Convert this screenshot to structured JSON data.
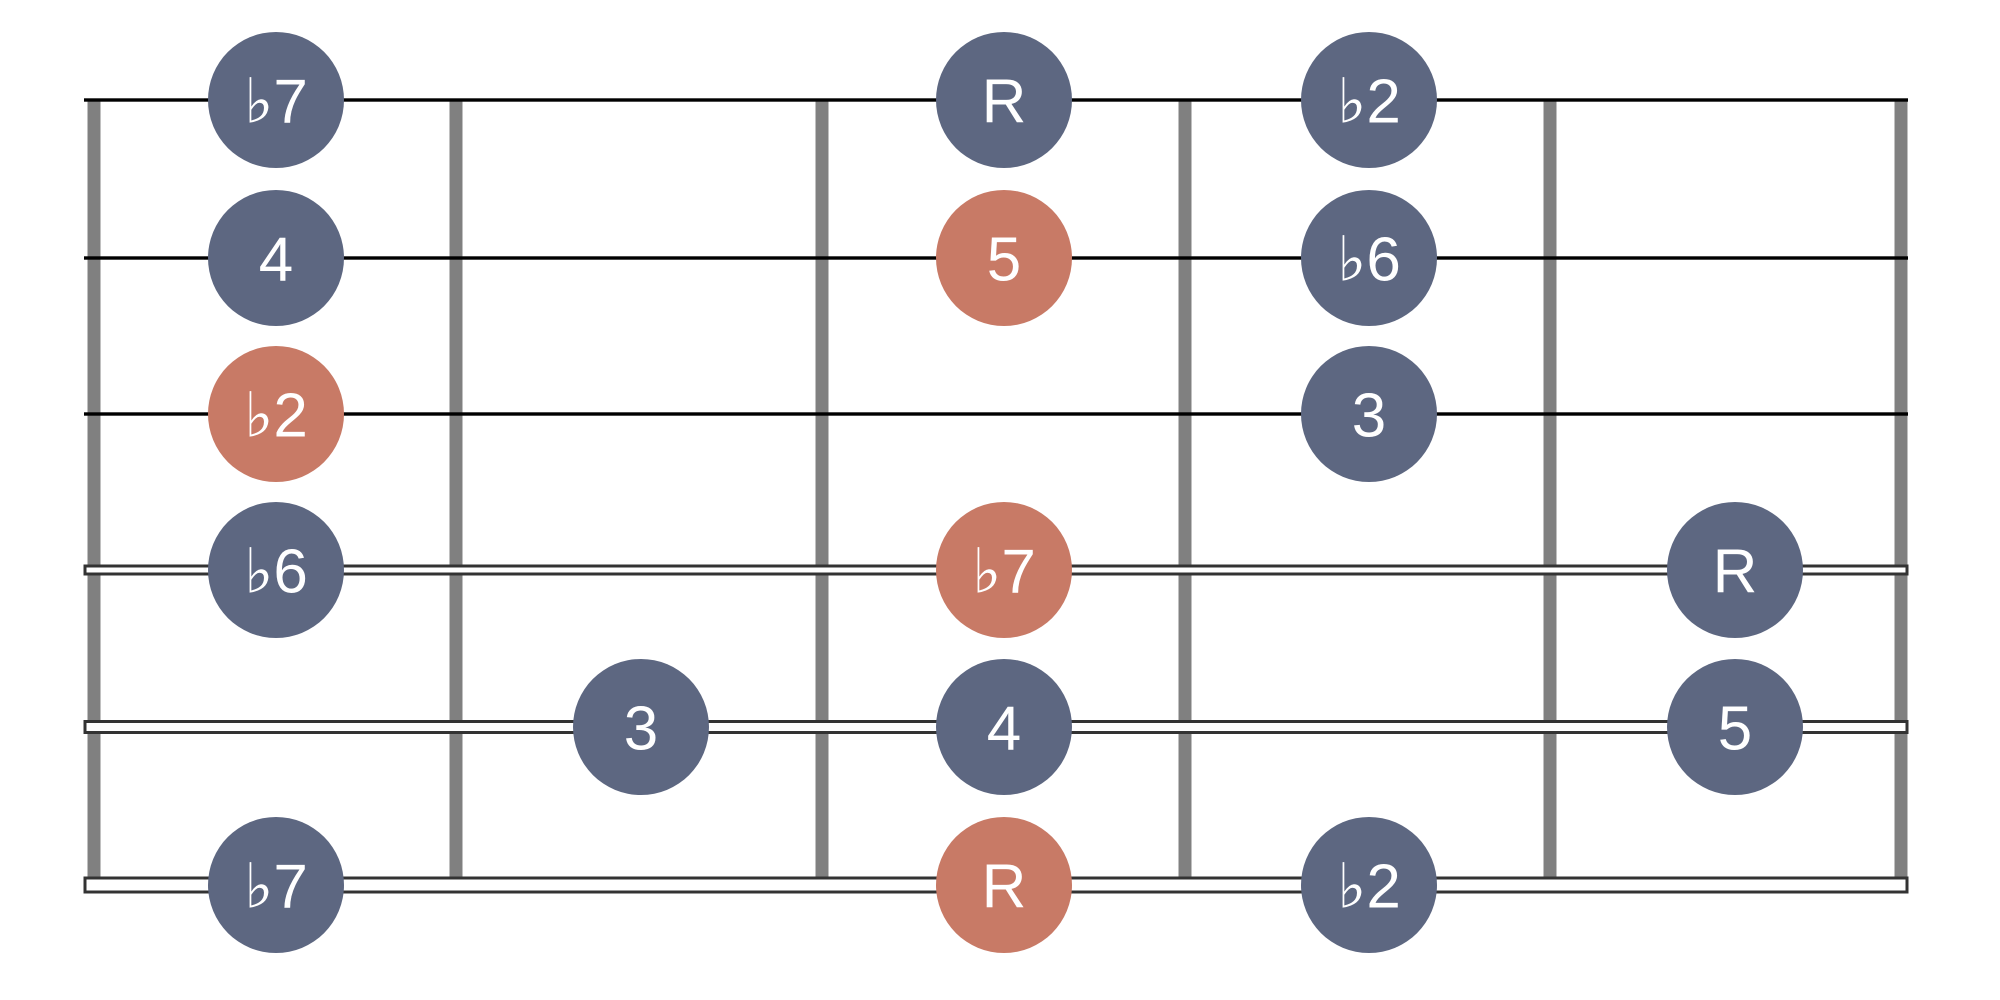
{
  "diagram": {
    "type": "fretboard",
    "string_count": 6,
    "fret_lines": 6,
    "colors": {
      "normal": "#5d6781",
      "highlight": "#c87a66",
      "fret": "#808080",
      "string": "#000000"
    },
    "notes": [
      {
        "string": 1,
        "position": 0,
        "label": "♭7",
        "highlight": false
      },
      {
        "string": 1,
        "position": 2,
        "label": "R",
        "highlight": false
      },
      {
        "string": 1,
        "position": 3,
        "label": "♭2",
        "highlight": false
      },
      {
        "string": 2,
        "position": 0,
        "label": "4",
        "highlight": false
      },
      {
        "string": 2,
        "position": 2,
        "label": "5",
        "highlight": true
      },
      {
        "string": 2,
        "position": 3,
        "label": "♭6",
        "highlight": false
      },
      {
        "string": 3,
        "position": 0,
        "label": "♭2",
        "highlight": true
      },
      {
        "string": 3,
        "position": 3,
        "label": "3",
        "highlight": false
      },
      {
        "string": 4,
        "position": 0,
        "label": "♭6",
        "highlight": false
      },
      {
        "string": 4,
        "position": 2,
        "label": "♭7",
        "highlight": true
      },
      {
        "string": 4,
        "position": 4,
        "label": "R",
        "highlight": false
      },
      {
        "string": 5,
        "position": 1,
        "label": "3",
        "highlight": false
      },
      {
        "string": 5,
        "position": 2,
        "label": "4",
        "highlight": false
      },
      {
        "string": 5,
        "position": 4,
        "label": "5",
        "highlight": false
      },
      {
        "string": 6,
        "position": 0,
        "label": "♭7",
        "highlight": false
      },
      {
        "string": 6,
        "position": 2,
        "label": "R",
        "highlight": true
      },
      {
        "string": 6,
        "position": 3,
        "label": "♭2",
        "highlight": false
      }
    ]
  }
}
